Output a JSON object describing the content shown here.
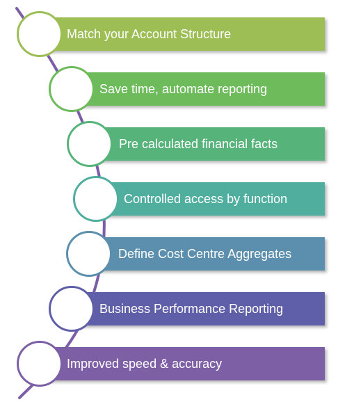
{
  "colors": {
    "connector": "#7b5ea7"
  },
  "steps": [
    {
      "label": "Match your Account Structure",
      "color": "#9cbe55"
    },
    {
      "label": "Save time, automate reporting",
      "color": "#6dbb5a"
    },
    {
      "label": "Pre calculated financial facts",
      "color": "#56b47a"
    },
    {
      "label": "Controlled access by function",
      "color": "#4fae9e"
    },
    {
      "label": "Define Cost Centre Aggregates",
      "color": "#5b8fad"
    },
    {
      "label": "Business Performance Reporting",
      "color": "#5f5ea8"
    },
    {
      "label": "Improved speed & accuracy",
      "color": "#7d5fa6"
    }
  ]
}
